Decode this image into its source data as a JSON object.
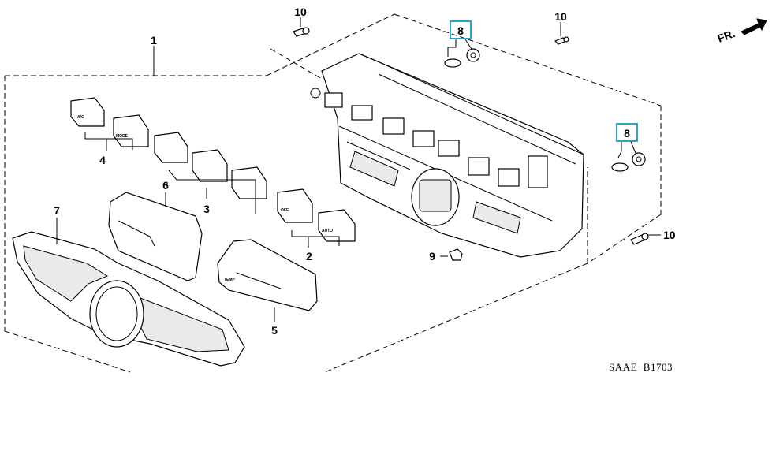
{
  "diagram_code": "SAAE−B1703",
  "direction_label": "FR.",
  "callouts": {
    "c1": "1",
    "c2": "2",
    "c3": "3",
    "c4": "4",
    "c5": "5",
    "c6": "6",
    "c7": "7",
    "c8a": "8",
    "c8b": "8",
    "c9": "9",
    "c10a": "10",
    "c10b": "10",
    "c10c": "10"
  },
  "button_labels": {
    "a_c": "A/C",
    "mode": "MODE",
    "off": "OFF",
    "auto": "AUTO",
    "temp": "TEMP"
  },
  "colors": {
    "line": "#000000",
    "highlight": "#2aa3c8",
    "background": "#ffffff"
  }
}
